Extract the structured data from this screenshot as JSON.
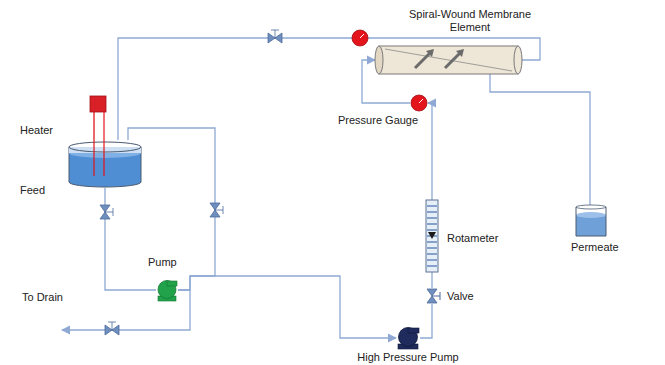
{
  "diagram": {
    "nodes": [
      {
        "text": [
          "Heater"
        ]
      },
      {
        "text": [
          "Feed"
        ]
      },
      {
        "text": [
          "Pump"
        ]
      },
      {
        "text": [
          "High Pressure Pump"
        ]
      },
      {
        "text": [
          "Valve"
        ]
      },
      {
        "text": [
          "Rotameter"
        ]
      },
      {
        "text": [
          "Pressure Gauge"
        ]
      },
      {
        "text": [
          "Spiral-Wound Membrane Element"
        ]
      },
      {
        "text": [
          "Permeate"
        ]
      }
    ],
    "edges": [
      {
        "from": 0,
        "to": 1,
        "arrow": "none"
      },
      {
        "from": 1,
        "to": 2,
        "arrow": "none"
      },
      {
        "from": 2,
        "to": 3,
        "arrow": "to"
      },
      {
        "from": 2,
        "to": 1,
        "arrow": "none"
      },
      {
        "from": 3,
        "to": 4,
        "arrow": "none"
      },
      {
        "from": 4,
        "to": 5,
        "arrow": "none"
      },
      {
        "from": 5,
        "to": 6,
        "arrow": "to"
      },
      {
        "from": 6,
        "to": 7,
        "arrow": "to"
      },
      {
        "from": 7,
        "to": 8,
        "arrow": "none"
      },
      {
        "from": 7,
        "to": 1,
        "arrow": "none"
      }
    ],
    "labels": [
      "To Drain"
    ]
  }
}
